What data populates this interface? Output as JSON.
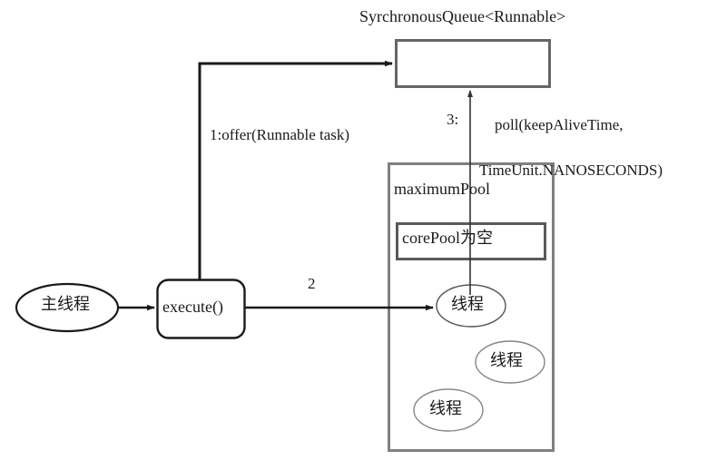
{
  "diagram": {
    "title": "SyrchronousQueue<Runnable>",
    "queue_box": {
      "name": "synchronous-queue-box",
      "content": ""
    },
    "flows": {
      "offer": "1:offer(Runnable task)",
      "execute_step": "2",
      "poll_index": "3:",
      "poll_line1": "poll(keepAliveTime,",
      "poll_line2": "TimeUnit.NANOSECONDS)"
    },
    "nodes": {
      "main_thread": "主线程",
      "execute": "execute()",
      "maximum_pool": "maximumPool",
      "core_pool": "corePool为空"
    },
    "threads": [
      {
        "label": "线程"
      },
      {
        "label": "线程"
      },
      {
        "label": "线程"
      }
    ],
    "colors": {
      "stroke_dark": "#1a1a1a",
      "stroke_gray": "#777777",
      "stroke_light": "#999999",
      "background": "#ffffff",
      "text": "#1a1a1a"
    }
  }
}
